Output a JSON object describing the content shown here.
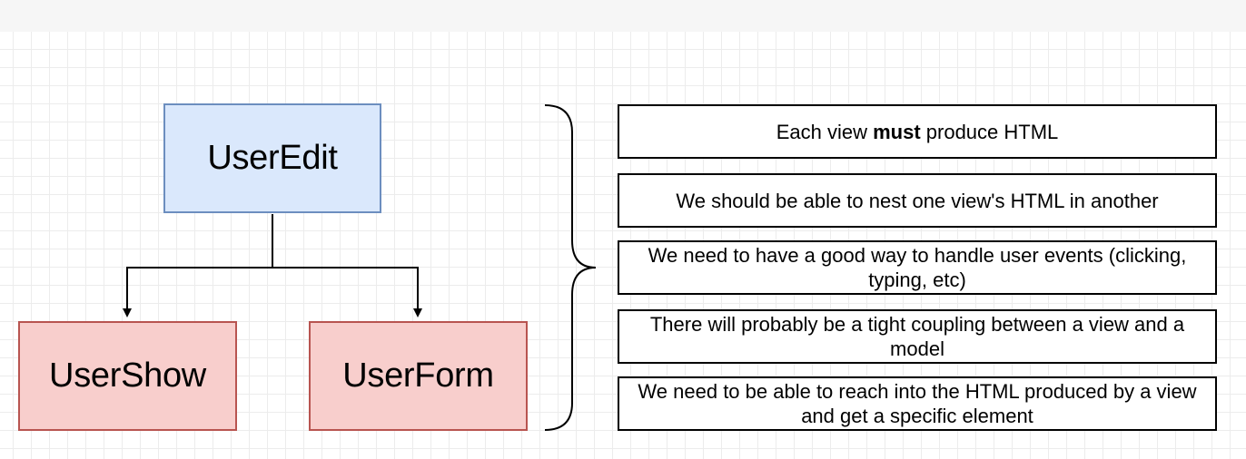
{
  "diagram": {
    "root": {
      "label": "UserEdit"
    },
    "children": [
      {
        "label": "UserShow"
      },
      {
        "label": "UserForm"
      }
    ]
  },
  "requirements": [
    {
      "before": "Each view ",
      "bold": "must",
      "after": " produce HTML"
    },
    {
      "text": "We should be able to nest one view's HTML in another"
    },
    {
      "text": "We need to have a good way to handle user events (clicking, typing, etc)"
    },
    {
      "text": "There will probably be a tight coupling between a view and a model"
    },
    {
      "text": "We need to be able to reach into the HTML produced by a view and get a specific element"
    }
  ]
}
